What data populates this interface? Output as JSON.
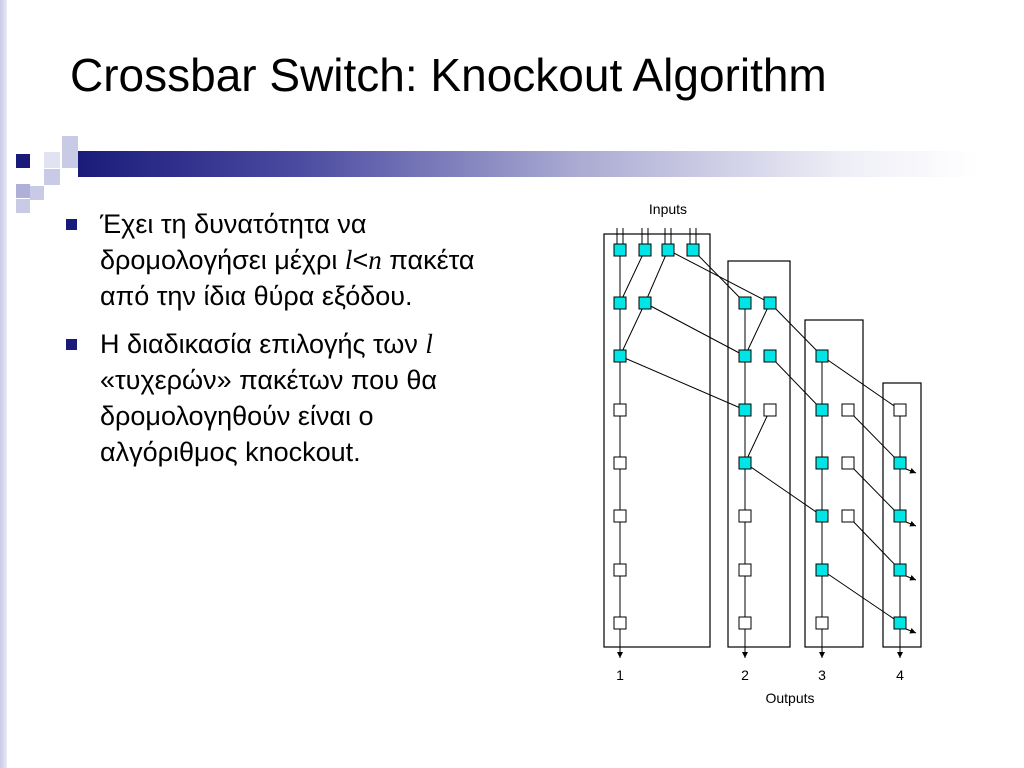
{
  "slide": {
    "title": "Crossbar Switch: Knockout Algorithm",
    "bullets": [
      {
        "parts": [
          {
            "text": "Έχει τη δυνατότητα να δρομολογήσει μέχρι ",
            "math": false
          },
          {
            "text": "l",
            "math": true
          },
          {
            "text": "<",
            "math": false
          },
          {
            "text": "n",
            "math": true
          },
          {
            "text": " πακέτα από την ίδια θύρα εξόδου.",
            "math": false
          }
        ]
      },
      {
        "parts": [
          {
            "text": "Η διαδικασία επιλογής των ",
            "math": false
          },
          {
            "text": "l",
            "math": true
          },
          {
            "text": " «τυχερών» πακέτων που θα δρομολογηθούν είναι ο αλγόριθμος knockout.",
            "math": false
          }
        ]
      }
    ]
  },
  "diagram": {
    "inputs_label": "Inputs",
    "outputs_label": "Outputs",
    "output_labels": [
      "1",
      "2",
      "3",
      "4"
    ],
    "colors": {
      "active_node": "#00e5e5",
      "idle_node": "#ffffff",
      "stroke": "#000000",
      "title_bar_dark": "#1a1a7a",
      "bullet": "#1a1a7a"
    }
  }
}
